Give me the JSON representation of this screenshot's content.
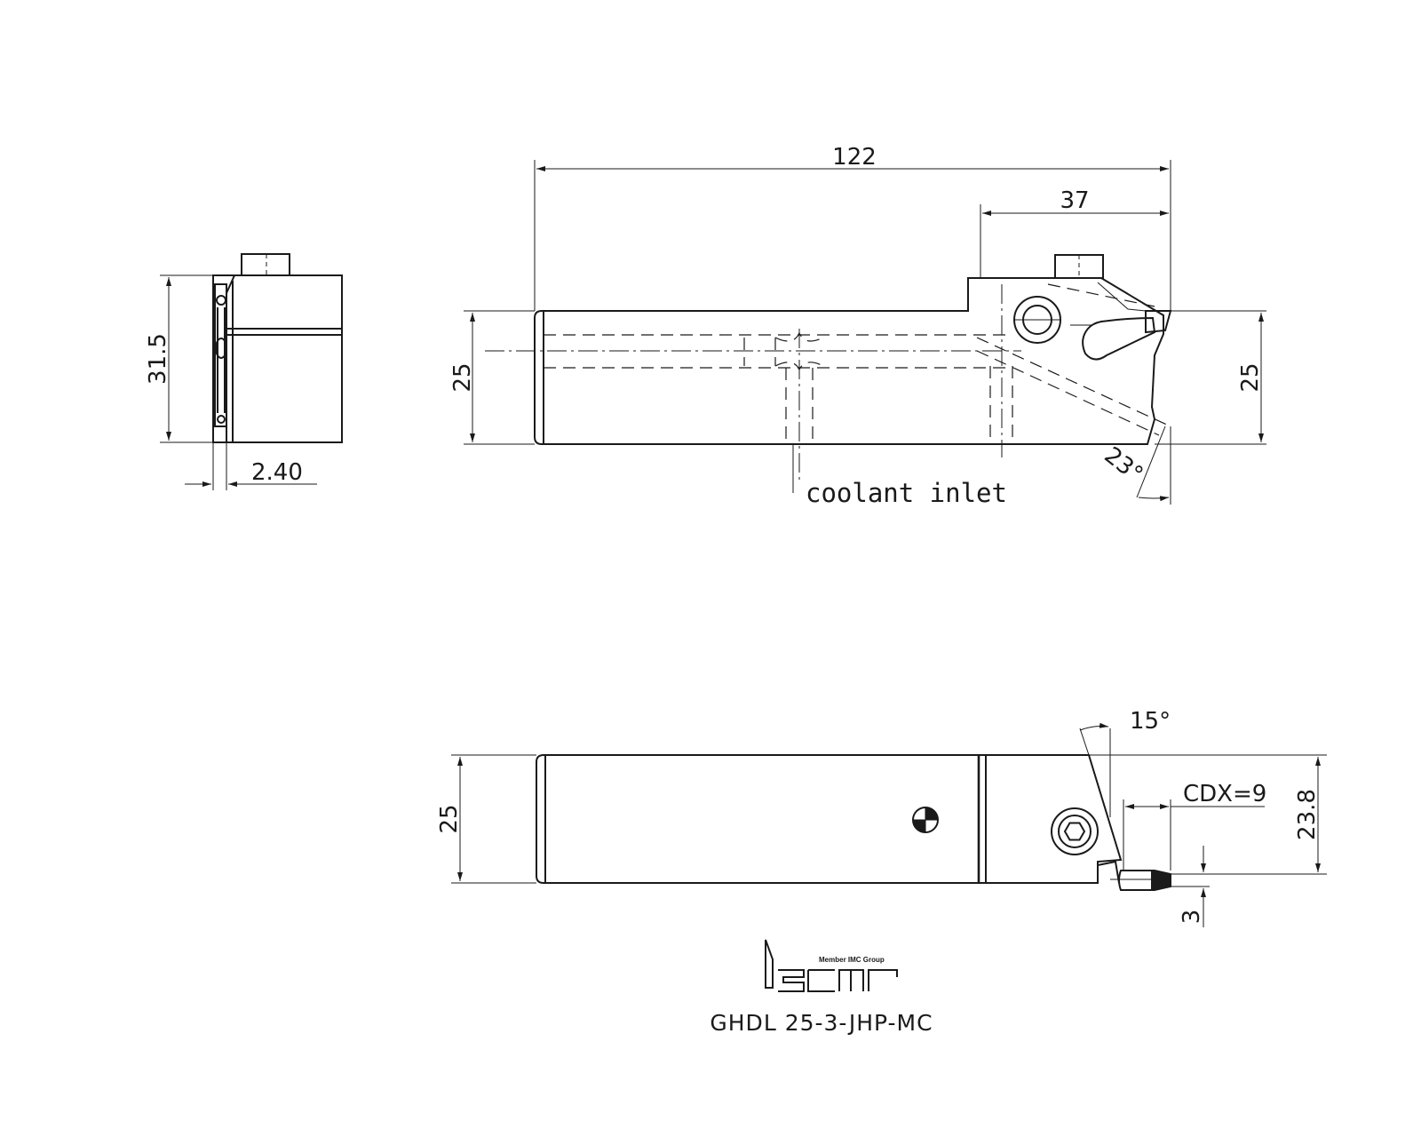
{
  "dimensions": {
    "side_height": "31.5",
    "side_offset": "2.40",
    "overall_length": "122",
    "head_length": "37",
    "shank_height_left": "25",
    "shank_height_right": "25",
    "angle_bottom": "23°",
    "top_view_height": "25",
    "angle_top": "15°",
    "cdx": "CDX=9",
    "head_width": "23.8",
    "insert_width": "3"
  },
  "labels": {
    "coolant": "coolant inlet",
    "part_number": "GHDL 25-3-JHP-MC"
  },
  "logo": {
    "tagline": "Member IMC Group",
    "brand": "iscar"
  }
}
